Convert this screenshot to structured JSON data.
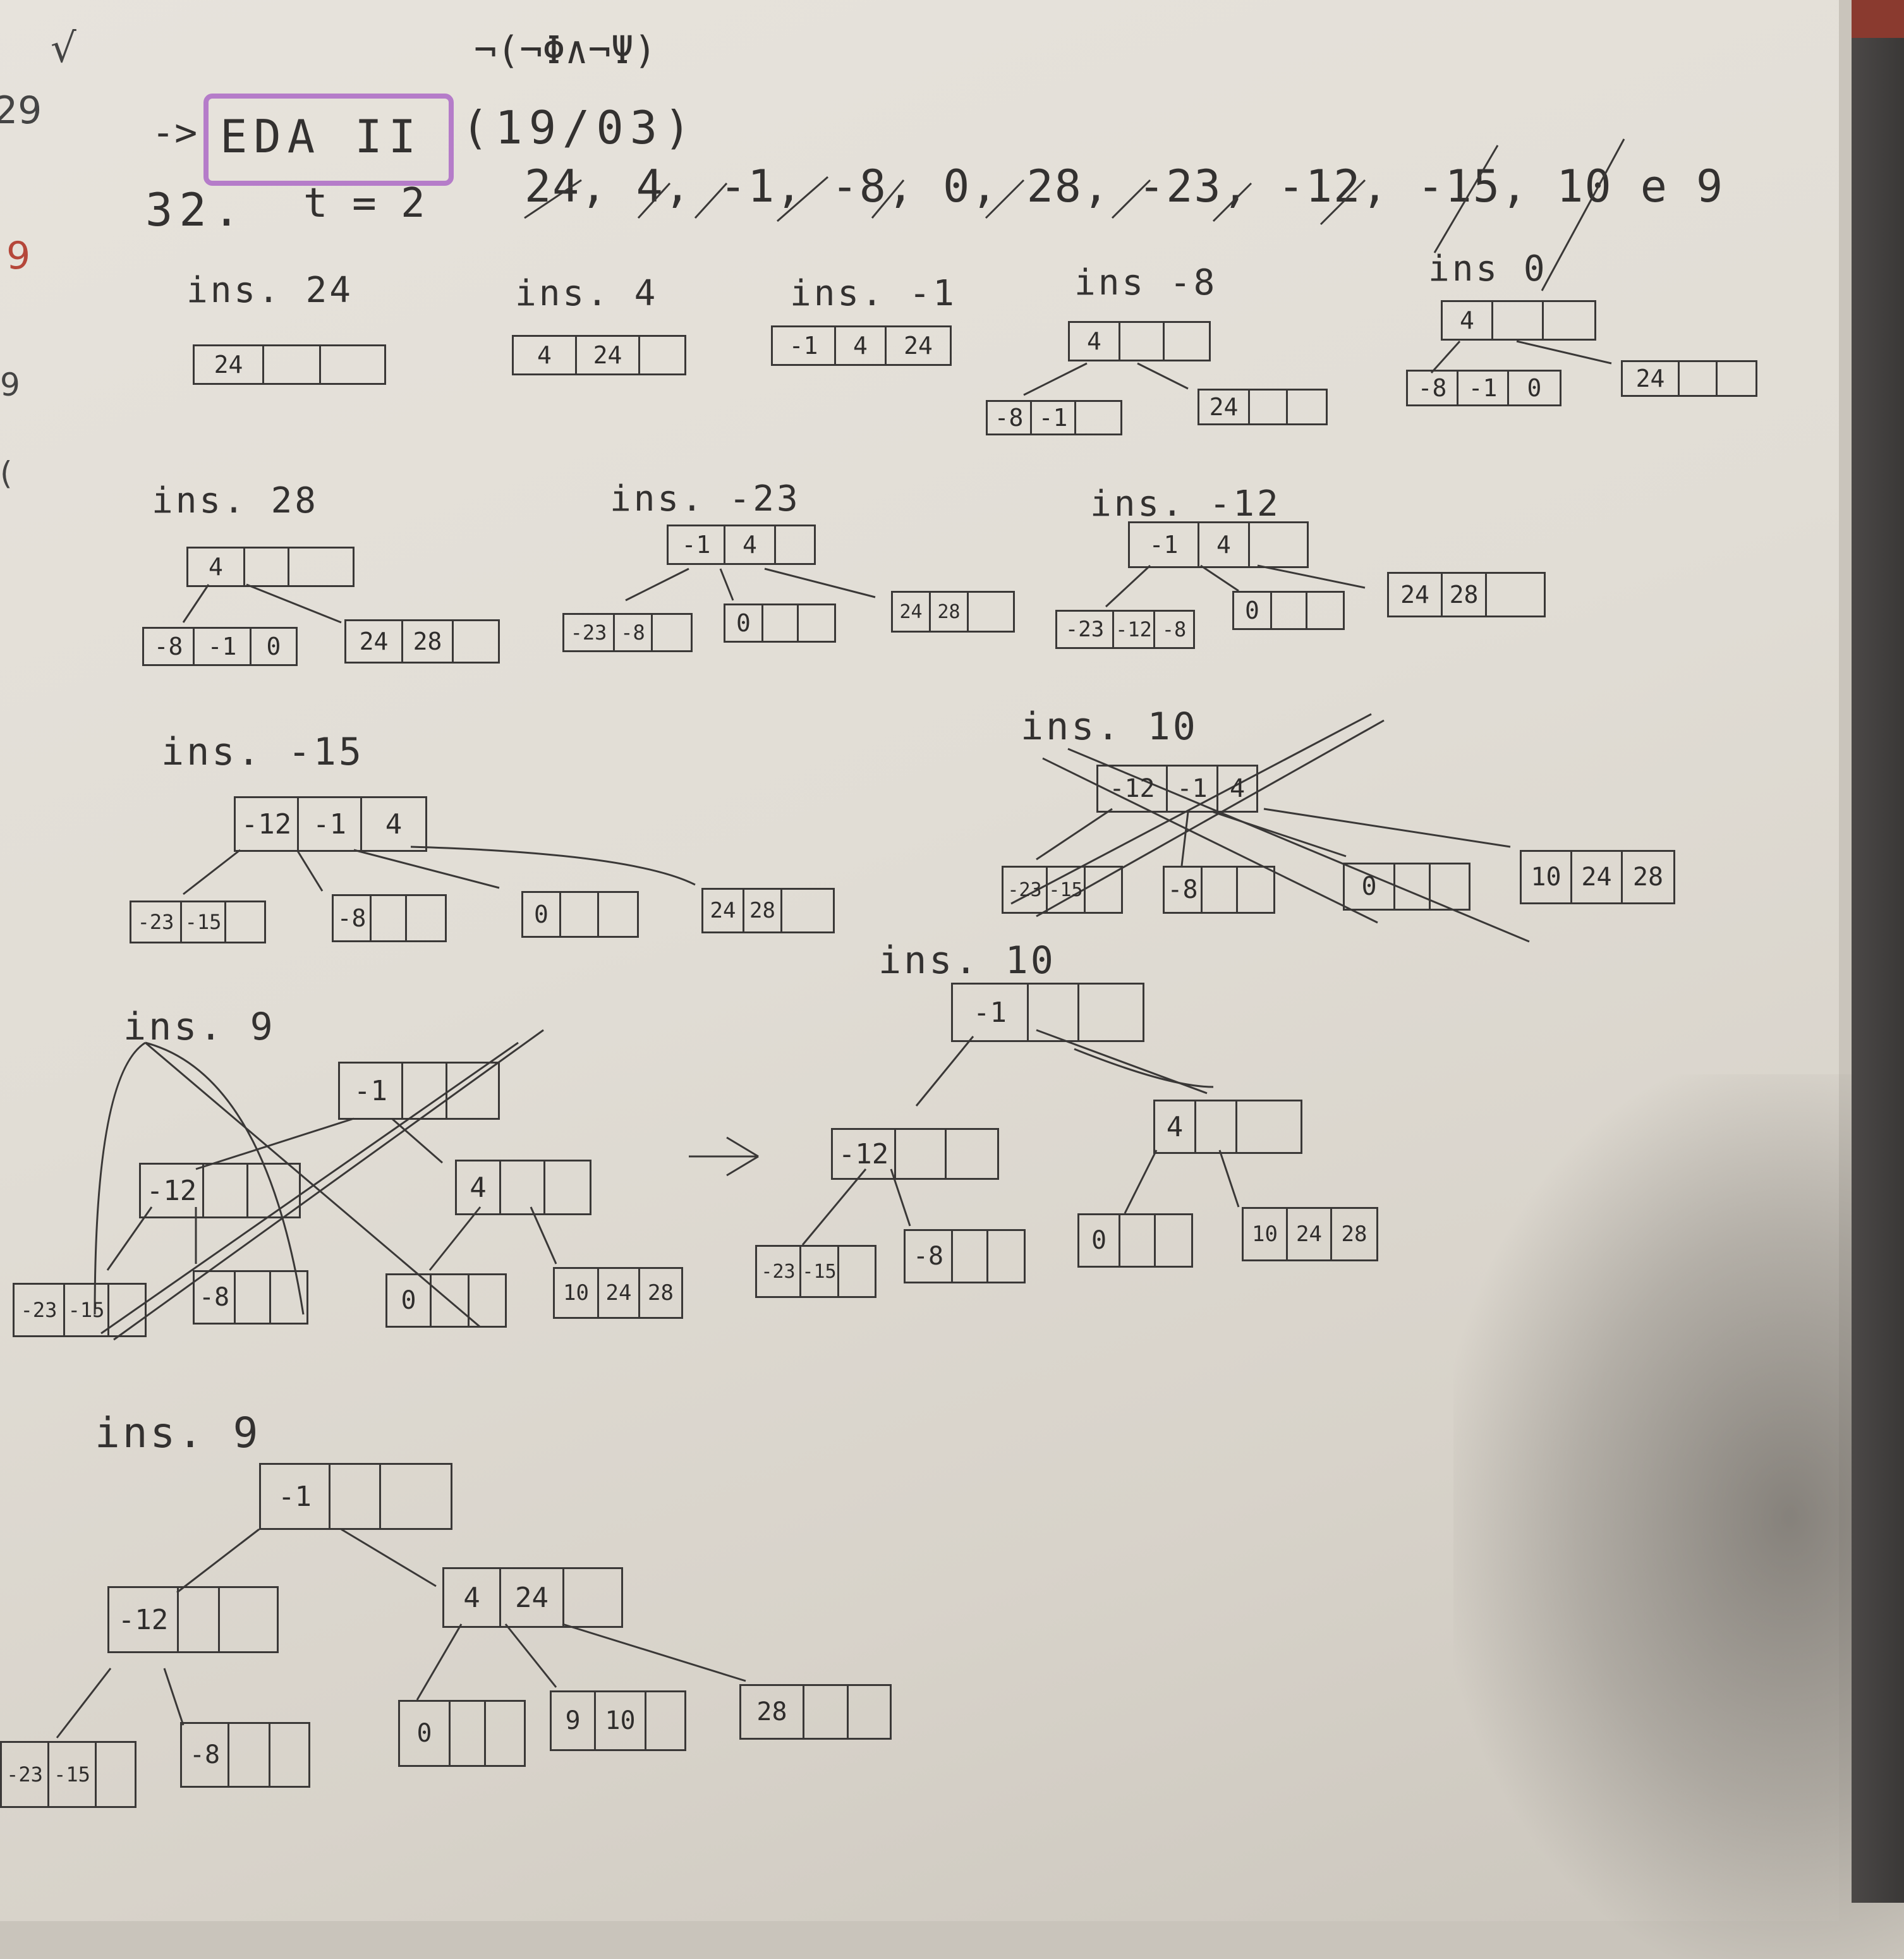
{
  "header": {
    "top_formula": "¬(¬Φ∧¬Ψ)",
    "arrow": "->",
    "course": "EDA II",
    "date": "(19/03)"
  },
  "exercise": {
    "number": "32.",
    "degree": "t = 2",
    "sequence": "24, 4, -1, -8, 0, 28, -23, -12, -15, 10 e 9"
  },
  "steps": {
    "s1": {
      "label": "ins. 24",
      "root": [
        "24",
        "",
        ""
      ]
    },
    "s2": {
      "label": "ins. 4",
      "root": [
        "4",
        "24",
        ""
      ]
    },
    "s3": {
      "label": "ins. -1",
      "root": [
        "-1",
        "4",
        "24"
      ]
    },
    "s4": {
      "label": "ins -8",
      "root": [
        "4",
        "",
        ""
      ],
      "children": [
        [
          "-8",
          "-1",
          ""
        ],
        [
          "24",
          "",
          ""
        ]
      ]
    },
    "s5": {
      "label": "ins 0",
      "root": [
        "4",
        "",
        ""
      ],
      "children": [
        [
          "-8",
          "-1",
          "0"
        ],
        [
          "24",
          "",
          ""
        ]
      ]
    },
    "s6": {
      "label": "ins. 28",
      "root": [
        "4",
        "",
        ""
      ],
      "children": [
        [
          "-8",
          "-1",
          "0"
        ],
        [
          "24",
          "28",
          ""
        ]
      ]
    },
    "s7": {
      "label": "ins. -23",
      "root": [
        "-1",
        "4",
        ""
      ],
      "children": [
        [
          "-23",
          "-8",
          ""
        ],
        [
          "0",
          "",
          ""
        ],
        [
          "24",
          "28",
          ""
        ]
      ]
    },
    "s8": {
      "label": "ins. -12",
      "root": [
        "-1",
        "4",
        ""
      ],
      "children": [
        [
          "-23",
          "-12",
          "-8"
        ],
        [
          "0",
          "",
          ""
        ],
        [
          "24",
          "28",
          ""
        ]
      ]
    },
    "s9": {
      "label": "ins. -15",
      "root": [
        "-12",
        "-1",
        "4"
      ],
      "children": [
        [
          "-23",
          "-15",
          ""
        ],
        [
          "-8",
          "",
          ""
        ],
        [
          "0",
          "",
          ""
        ],
        [
          "24",
          "28",
          ""
        ]
      ]
    },
    "s10_crossed": {
      "label": "ins. 10",
      "root": [
        "-12",
        "-1",
        "4"
      ],
      "children": [
        [
          "-23",
          "-15",
          ""
        ],
        [
          "-8",
          "",
          ""
        ],
        [
          "0",
          "",
          ""
        ],
        [
          "10",
          "24",
          "28"
        ]
      ]
    },
    "s10": {
      "label": "ins. 10",
      "root": [
        "-1",
        "",
        ""
      ],
      "mid": [
        [
          "-12",
          "",
          ""
        ],
        [
          "4",
          "",
          ""
        ]
      ],
      "leaves": [
        [
          "-23",
          "-15",
          ""
        ],
        [
          "-8",
          "",
          ""
        ],
        [
          "0",
          "",
          ""
        ],
        [
          "10",
          "24",
          "28"
        ]
      ]
    },
    "s11_crossed": {
      "label": "ins. 9",
      "root": [
        "-1",
        "",
        ""
      ],
      "mid": [
        [
          "-12",
          "",
          ""
        ],
        [
          "4",
          "",
          ""
        ]
      ],
      "leaves": [
        [
          "-23",
          "-15",
          ""
        ],
        [
          "-8",
          "",
          ""
        ],
        [
          "0",
          "",
          ""
        ],
        [
          "10",
          "24",
          "28"
        ]
      ]
    },
    "s11": {
      "label": "ins. 9",
      "root": [
        "-1",
        "",
        ""
      ],
      "mid": [
        [
          "-12",
          "",
          ""
        ],
        [
          "4",
          "24",
          ""
        ]
      ],
      "leaves": [
        [
          "-23",
          "-15",
          ""
        ],
        [
          "-8",
          "",
          ""
        ],
        [
          "0",
          "",
          ""
        ],
        [
          "9",
          "10",
          ""
        ],
        [
          "28",
          "",
          ""
        ]
      ]
    }
  },
  "transition_arrow": "→",
  "margin_marks": [
    "√",
    "29",
    "9",
    "9",
    "("
  ]
}
